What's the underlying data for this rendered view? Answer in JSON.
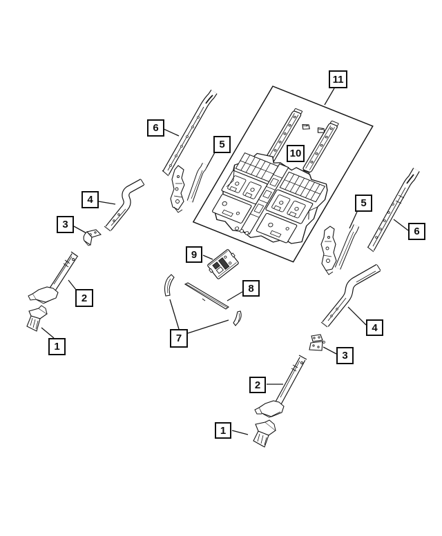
{
  "diagram": {
    "type": "exploded-parts-diagram",
    "background_color": "#ffffff",
    "line_color": "#141414",
    "callouts": [
      {
        "id": "callout-6-left",
        "label": "6"
      },
      {
        "id": "callout-5-left",
        "label": "5"
      },
      {
        "id": "callout-11",
        "label": "11"
      },
      {
        "id": "callout-10",
        "label": "10"
      },
      {
        "id": "callout-4-left",
        "label": "4"
      },
      {
        "id": "callout-3-left",
        "label": "3"
      },
      {
        "id": "callout-5-right",
        "label": "5"
      },
      {
        "id": "callout-6-right",
        "label": "6"
      },
      {
        "id": "callout-2-left",
        "label": "2"
      },
      {
        "id": "callout-1-left",
        "label": "1"
      },
      {
        "id": "callout-9",
        "label": "9"
      },
      {
        "id": "callout-8",
        "label": "8"
      },
      {
        "id": "callout-7",
        "label": "7"
      },
      {
        "id": "callout-4-right",
        "label": "4"
      },
      {
        "id": "callout-3-right",
        "label": "3"
      },
      {
        "id": "callout-2-right",
        "label": "2"
      },
      {
        "id": "callout-1-right",
        "label": "1"
      }
    ]
  }
}
